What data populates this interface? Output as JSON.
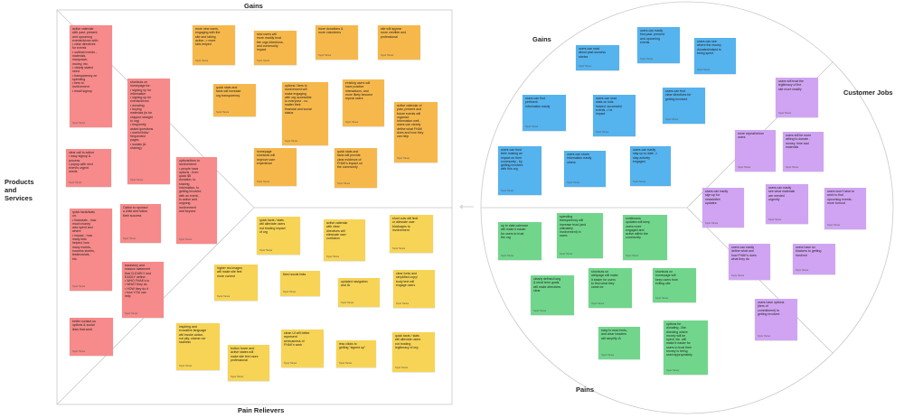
{
  "colors": {
    "red": "#f78a8a",
    "orange": "#f6b84b",
    "yellow": "#f7d455",
    "blue": "#55b3ee",
    "green": "#71d68c",
    "purple": "#d0a4f2",
    "line": "#c9c9c9"
  },
  "labels": {
    "gains_left": "Gains",
    "pain_relievers": "Pain Relievers",
    "products_services": "Products\nand\nServices",
    "gains_right": "Gains",
    "pains": "Pains",
    "customer_jobs": "Customer Jobs"
  },
  "author": "Taylor Hamar",
  "notes": {
    "products": [
      {
        "color": "red",
        "text": "active calendar\nwith past, present\nand upcoming\nevents/drives with:\n• clear directives\n  for events\n• outlined needs -\n  materials,\n  manpower,\n  money, etc.\n• clearly stated\n  need\n• transparency on\n  spending\n• tiers to\n  involvement\n• email signup"
      },
      {
        "color": "red",
        "text": "shortcuts on\nhomepage for:\n• signing up for\n  information\n• signing up for\n  events/drives\n• donating\n• buying\n  materials (to be\n  shipped straight\n  to org)\n• frequently\n  asked questions\n• useful links/\n  frequented\n  pages\n• socials (&\n  sharing)"
      },
      {
        "color": "red",
        "text": "options/tiers to\ninvolvement:\n• people have\n  options - from\n  quick $5\n  donation, to\n  sharing\n  information, to\n  getting involved\n  with an event,\n  to active and\n  ongoing\n  involvement\n  and beyond"
      },
      {
        "color": "red",
        "text": "clear call to action\n• easy signup &\n  process\n• popup with next\n  event's urgent\n  needs"
      },
      {
        "color": "red",
        "text": "quick facts/stats\non:\n• financials - how\n  much money\n  was spent and\n  where\n• impact - how\n  many kids\n  helped, how\n  many events,\n  success stories,\n  testimonials,\n  etc."
      },
      {
        "color": "red",
        "text": "Option to sponsor\na child and follow\ntheir success"
      },
      {
        "color": "red",
        "text": "backstory and\nmission statement\nthat CLEARLY and\nEASILY define:\n• WHO FHAK's is\n• WHAT they do\n• HOW they do it\n• how YOU can\n  help"
      },
      {
        "color": "red",
        "text": "better contact us\noptions & social\nlinks that work"
      }
    ],
    "gain_creators": [
      {
        "color": "orange",
        "text": "more new users,\nengaging with the\nsite and taking\naction -> more\nkids helped"
      },
      {
        "color": "orange",
        "text": "new users will\nmore readily trust\nthe orgs intentions,\nand community\nimpact"
      },
      {
        "color": "orange",
        "text": "more donations &\nmore volunteers"
      },
      {
        "color": "orange",
        "text": "site will appear\nmore credible and\nprofessional"
      },
      {
        "color": "orange",
        "text": "quick stats and\nfacts will increase\norg transparency"
      },
      {
        "color": "orange",
        "text": "options / tiers to\ninvolvement will\nmake engaging\nwith org accessible\nto everyone - no\nmatter their\nfinancial and social\nstatus"
      },
      {
        "color": "orange",
        "text": "existing users will\nhave positive\ninteractions, and\nmore likely become\nrepeat users"
      },
      {
        "color": "orange",
        "text": "active calendar of\npast, present and\nfuture events will\norganize\ninformation well -\nusers can clearly\ndefine what FHAK\ndoes and how they\ncan help"
      },
      {
        "color": "orange",
        "text": "homepage\nshortcuts will\nimprove user\nexperience"
      },
      {
        "color": "orange",
        "text": "quick stats and\nfacts will provide\nclear evidence of\nFHAK's impact on\nthe community"
      }
    ],
    "pain_relievers": [
      {
        "color": "yellow",
        "text": "quick facts / stats\nwill alleviate users\nnot trusting impact\nof org"
      },
      {
        "color": "yellow",
        "text": "active calendar\nwith clear\ndirectives will\neliminate user\nconfusion"
      },
      {
        "color": "yellow",
        "text": "short cuts will limit\nor alleviate user\nblockages to\ninvolvement"
      },
      {
        "color": "yellow",
        "text": "higher res images\nwill make site feel\nmore current"
      },
      {
        "color": "yellow",
        "text": "fixed social links"
      },
      {
        "color": "yellow",
        "text": "updated navigation\nand IA"
      },
      {
        "color": "yellow",
        "text": "clear fonts and\nsimplified copy/\nbody text will\nengage users"
      },
      {
        "color": "yellow",
        "text": "inspiring and\nevocative language\nwill invoke action,\nnot pity, shame nor\nsadness"
      },
      {
        "color": "yellow",
        "text": "clean UI will better\nrepresent\nseriousness of\nFHAK's work"
      },
      {
        "color": "yellow",
        "text": "less clicks to\ngetting \"signed up\""
      },
      {
        "color": "yellow",
        "text": "quick facts / stats\nwill alleviate users\nnot trusting\nlegitimacy of org"
      },
      {
        "color": "yellow",
        "text": "button hover and\nactive states will\nmake site feel more\nprofessional"
      }
    ],
    "gains": [
      {
        "color": "blue",
        "text": "users can read\nabout past success\nstories"
      },
      {
        "color": "blue",
        "text": "users can easily\nfind past, present\nand upcoming\nevents"
      },
      {
        "color": "blue",
        "text": "users can see\nwhere the money\ndonated/raised is\nbeing spent"
      },
      {
        "color": "blue",
        "text": "users can find\npertinent\ninformation easily"
      },
      {
        "color": "blue",
        "text": "users can read\nstats on kids\nhelped, successful\nevents -> ie.\nimpact"
      },
      {
        "color": "blue",
        "text": "users can find\nclear directives for\ngetting involved"
      },
      {
        "color": "blue",
        "text": "users can trust\ntheir making an\nimpact on their\ncommunity - by\ngetting involved\nwith this org"
      },
      {
        "color": "blue",
        "text": "users can share\ninformation easily\nothers"
      },
      {
        "color": "blue",
        "text": "users can easily\nstay up to date ->\nstay actively\nengaged"
      }
    ],
    "pains": [
      {
        "color": "green",
        "text": "up to date calendar\nwill make it easier\nfor users to trust\nthe org"
      },
      {
        "color": "green",
        "text": "spending\ntransparency will\nincrease trust (and\nultimately\ninvolvement) in\nusers"
      },
      {
        "color": "green",
        "text": "continuous\nupdates will keep\nusers more\nengaged and\nactive within the\ncommunity"
      },
      {
        "color": "green",
        "text": "clearly defined long\n& short term goals\nwill make directives\nclear"
      },
      {
        "color": "green",
        "text": "shortcuts on\nwebpage will make\nit easier for users\nto find what they\ncame for"
      },
      {
        "color": "green",
        "text": "shortcuts on\nhomepage will\nkeep users from\nexiting site"
      },
      {
        "color": "green",
        "text": "easy to read fonts,\nand clear headers\nwill simplify IA"
      },
      {
        "color": "green",
        "text": "options for\ndonating - like\ndirecting where\nmoney will be\nspent, etc. will\nmake it easier for\nusers to trust their\nmoney is being\nused appropriately"
      }
    ],
    "jobs": [
      {
        "color": "purple",
        "text": "users will trust the\nlegitimacy of the\nsite more readily"
      },
      {
        "color": "purple",
        "text": "more repeat/return\nusers"
      },
      {
        "color": "purple",
        "text": "users will be more\nwilling to donate -\nmoney, time and\nmaterials"
      },
      {
        "color": "purple",
        "text": "users can easily\nsign up for\nnewsletter/\nupdates"
      },
      {
        "color": "purple",
        "text": "users can easily\nsee what materials\nare needed\nurgently"
      },
      {
        "color": "purple",
        "text": "users won't have to\nwork to find\nupcoming events -\nmore turnout"
      },
      {
        "color": "purple",
        "text": "users can easily\ndefine what and\nhow FHAK's does\nwhat they do"
      },
      {
        "color": "purple",
        "text": "users have no\nblockers to getting\ninvolved"
      },
      {
        "color": "purple",
        "text": "users have options\n(tiers of\ncommitment) to\ngetting involved"
      }
    ]
  }
}
